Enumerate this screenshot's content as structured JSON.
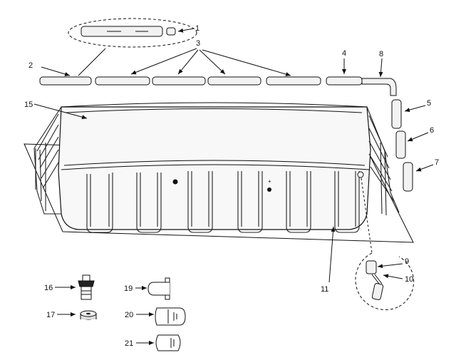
{
  "diagram": {
    "callouts": [
      {
        "id": "1",
        "label": "1"
      },
      {
        "id": "2",
        "label": "2"
      },
      {
        "id": "3",
        "label": "3"
      },
      {
        "id": "4",
        "label": "4"
      },
      {
        "id": "5",
        "label": "5"
      },
      {
        "id": "6",
        "label": "6"
      },
      {
        "id": "7",
        "label": "7"
      },
      {
        "id": "8",
        "label": "8"
      },
      {
        "id": "9",
        "label": "9"
      },
      {
        "id": "10",
        "label": "10"
      },
      {
        "id": "11",
        "label": "11"
      },
      {
        "id": "15",
        "label": "15"
      },
      {
        "id": "16",
        "label": "16"
      },
      {
        "id": "17",
        "label": "17"
      },
      {
        "id": "19",
        "label": "19"
      },
      {
        "id": "20",
        "label": "20"
      },
      {
        "id": "21",
        "label": "21"
      }
    ],
    "colors": {
      "line": "#111111",
      "part_fill": "#f2f2f2",
      "background": "#ffffff"
    }
  }
}
